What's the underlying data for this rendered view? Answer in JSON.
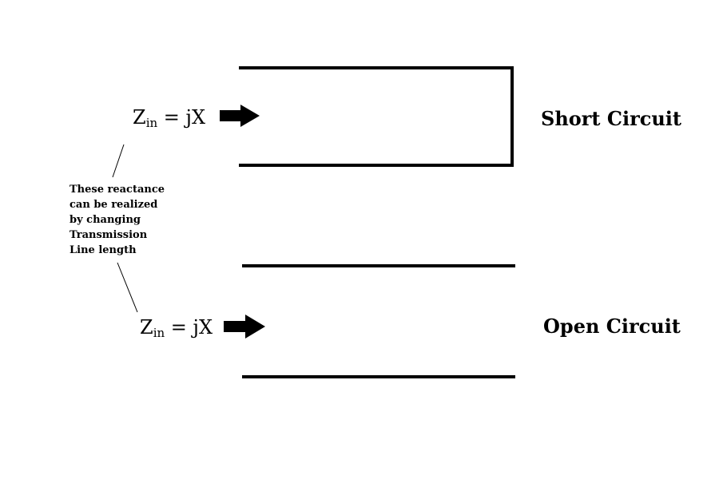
{
  "short_circuit": {
    "zin": {
      "symbol": "Z",
      "subscript": "in",
      "rest": " = jX"
    },
    "label": "Short Circuit"
  },
  "open_circuit": {
    "zin": {
      "symbol": "Z",
      "subscript": "in",
      "rest": " = jX"
    },
    "label": "Open Circuit"
  },
  "note": {
    "lines": [
      "These reactance",
      "can be realized",
      "by changing",
      "Transmission",
      "Line length"
    ]
  },
  "icons": {
    "arrow": "right-arrow-icon"
  },
  "colors": {
    "stroke": "#000000",
    "background": "#ffffff"
  }
}
